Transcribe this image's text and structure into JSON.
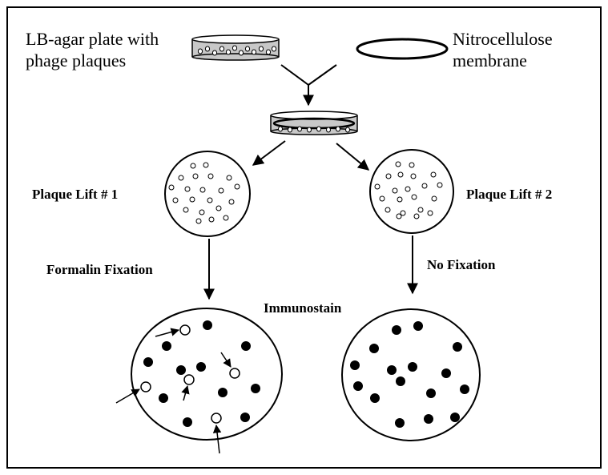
{
  "labels": {
    "agar_line1": "LB-agar plate with",
    "agar_line2": "phage plaques",
    "membrane_line1": "Nitrocellulose",
    "membrane_line2": "membrane",
    "lift1": "Plaque Lift # 1",
    "lift2": "Plaque Lift # 2",
    "fixation1": "Formalin Fixation",
    "fixation2": "No Fixation",
    "immunostain": "Immunostain"
  },
  "colors": {
    "stroke": "#000000",
    "plate_fill": "#c8c8c8",
    "stained_plaque": "#000000",
    "unstained_plaque": "#ffffff"
  }
}
